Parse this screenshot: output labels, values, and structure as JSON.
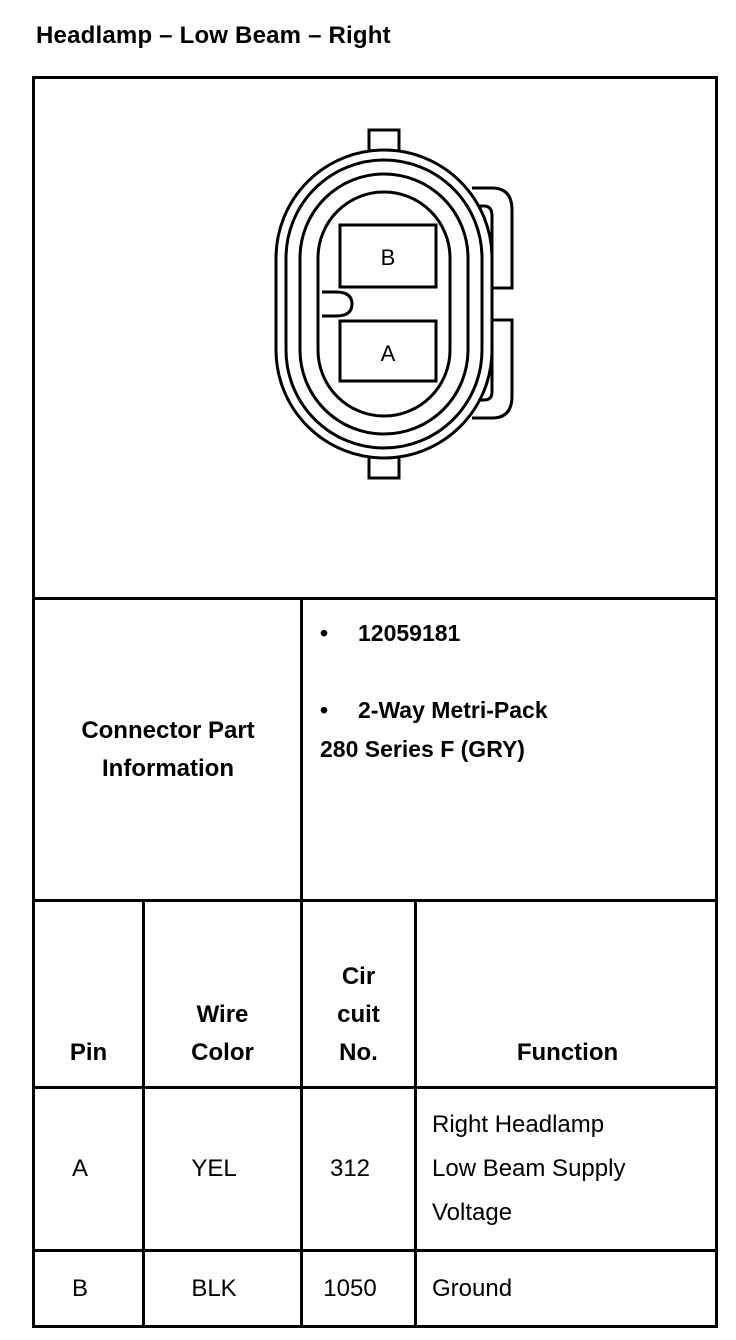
{
  "title": "Headlamp – Low Beam – Right",
  "connector": {
    "pin_labels": [
      "B",
      "A"
    ]
  },
  "part_info": {
    "label_line1": "Connector Part",
    "label_line2": "Information",
    "bullet_symbol": "•",
    "part_number": "12059181",
    "desc_line1": "2-Way Metri-Pack",
    "desc_line2": "280 Series F (GRY)"
  },
  "table": {
    "headers": {
      "pin": "Pin",
      "wire_line1": "Wire",
      "wire_line2": "Color",
      "circuit_line1": "Cir",
      "circuit_line2": "cuit",
      "circuit_line3": "No.",
      "function": "Function"
    },
    "rows": [
      {
        "pin": "A",
        "wire_color": "YEL",
        "circuit": "312",
        "function_line1": "Right Headlamp",
        "function_line2": "Low Beam Supply",
        "function_line3": "Voltage"
      },
      {
        "pin": "B",
        "wire_color": "BLK",
        "circuit": "1050",
        "function_line1": "Ground"
      }
    ]
  }
}
